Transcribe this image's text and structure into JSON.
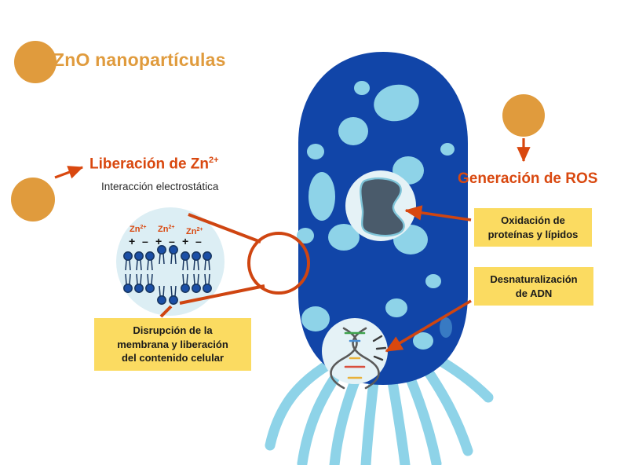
{
  "diagram": {
    "title": "ZnO nanopartículas",
    "accent_orange": "#E09B3D",
    "accent_red": "#D9480F",
    "cell_blue": "#1145A8",
    "organelle_blue": "#8ED3E8",
    "callout_yellow": "#FBDB61"
  },
  "left_branch": {
    "heading": "Liberación de  Zn",
    "heading_sup": "2+",
    "subtitle": "Interacción electrostática",
    "callout": "Disrupción de la membrana y liberación del contenido celular",
    "callout_lines": [
      "Disrupción de la",
      "membrana y liberación",
      "del contenido celular"
    ],
    "membrane": {
      "ion_labels": [
        "Zn",
        "Zn",
        "Zn"
      ],
      "ion_sup": "2+",
      "charges": [
        "+",
        "-",
        "+",
        "-",
        "+",
        "-"
      ]
    }
  },
  "right_branch": {
    "heading": "Generación de ROS",
    "callouts": [
      {
        "name": "oxidation",
        "lines": [
          "Oxidación de",
          "proteínas y lípidos"
        ]
      },
      {
        "name": "dna-denaturation",
        "lines": [
          "Desnaturalización",
          "de ADN"
        ]
      }
    ]
  },
  "cell": {
    "protein_inset_label": "denatured-protein",
    "dna_inset_label": "damaged-dna-helix",
    "flagella_count": 8
  }
}
